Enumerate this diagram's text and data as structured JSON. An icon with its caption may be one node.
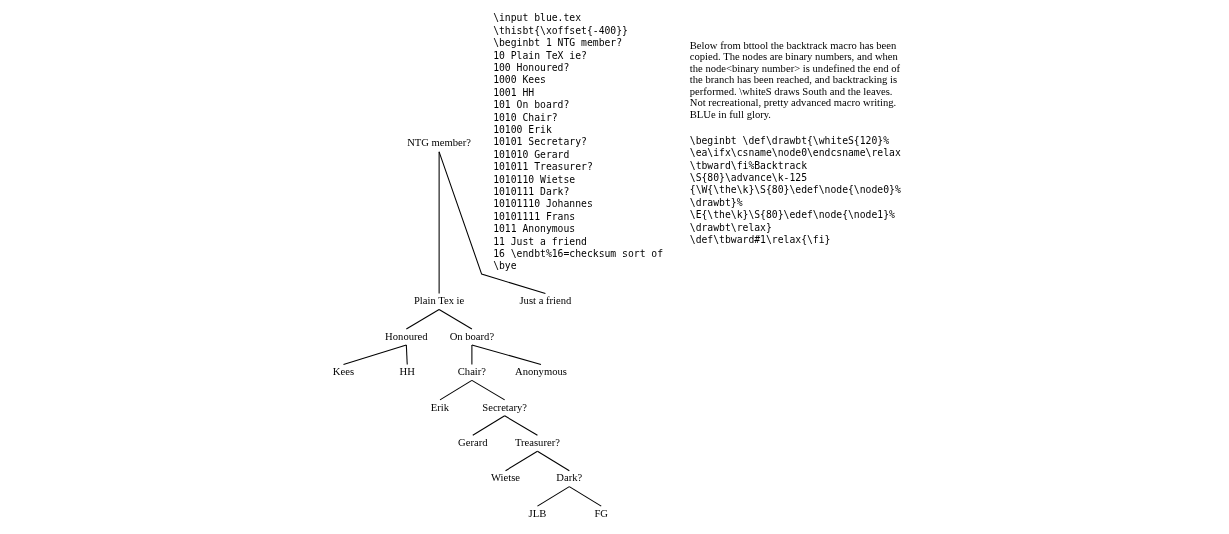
{
  "diagram": {
    "nodes": [
      {
        "text": [
          "NTG member?"
        ]
      },
      {
        "text": [
          "Plain Tex ie"
        ]
      },
      {
        "text": [
          "Just a friend"
        ]
      },
      {
        "text": [
          "Honoured"
        ]
      },
      {
        "text": [
          "On board?"
        ]
      },
      {
        "text": [
          "Kees"
        ]
      },
      {
        "text": [
          "HH"
        ]
      },
      {
        "text": [
          "Chair?"
        ]
      },
      {
        "text": [
          "Anonymous"
        ]
      },
      {
        "text": [
          "Erik"
        ]
      },
      {
        "text": [
          "Secretary?"
        ]
      },
      {
        "text": [
          "Gerard"
        ]
      },
      {
        "text": [
          "Treasurer?"
        ]
      },
      {
        "text": [
          "Wietse"
        ]
      },
      {
        "text": [
          "Dark?"
        ]
      },
      {
        "text": [
          "JLB"
        ]
      },
      {
        "text": [
          "FG"
        ]
      }
    ],
    "edges": [
      {
        "from": 0,
        "to": 1,
        "arrow": "none"
      },
      {
        "from": 0,
        "to": 2,
        "arrow": "none"
      },
      {
        "from": 1,
        "to": 3,
        "arrow": "none"
      },
      {
        "from": 1,
        "to": 4,
        "arrow": "none"
      },
      {
        "from": 3,
        "to": 5,
        "arrow": "none"
      },
      {
        "from": 3,
        "to": 6,
        "arrow": "none"
      },
      {
        "from": 4,
        "to": 7,
        "arrow": "none"
      },
      {
        "from": 4,
        "to": 8,
        "arrow": "none"
      },
      {
        "from": 7,
        "to": 9,
        "arrow": "none"
      },
      {
        "from": 7,
        "to": 10,
        "arrow": "none"
      },
      {
        "from": 10,
        "to": 11,
        "arrow": "none"
      },
      {
        "from": 10,
        "to": 12,
        "arrow": "none"
      },
      {
        "from": 12,
        "to": 13,
        "arrow": "none"
      },
      {
        "from": 12,
        "to": 14,
        "arrow": "none"
      },
      {
        "from": 14,
        "to": 15,
        "arrow": "none"
      },
      {
        "from": 14,
        "to": 16,
        "arrow": "none"
      }
    ],
    "labels": [
      "\\input blue.tex",
      "\\thisbt{\\xoffset{-400}}",
      "\\beginbt 1 NTG member?",
      "10 Plain TeX ie?",
      "100 Honoured?",
      "1000 Kees",
      "1001 HH",
      "101 On board?",
      "1010 Chair?",
      "10100 Erik",
      "10101 Secretary?",
      "101010 Gerard",
      "101011 Treasurer?",
      "1010110 Wietse",
      "1010111 Dark?",
      "10101110 Johannes",
      "10101111 Frans",
      "1011 Anonymous",
      "11 Just a friend",
      "16 \\endbt%16=checksum sort of",
      "\\bye",
      "Below from bttool the backtrack macro has been copied. The nodes are binary numbers, and when the node<binary number> is undefined the end of the branch has been reached, and backtracking is performed. \\whiteS draws South and the leaves. Not recreational, pretty advanced macro writing. BLUe in full glory.",
      "\\beginbt \\def\\drawbt{\\whiteS{120}%",
      "\\ea\\ifx\\csname\\node0\\endcsname\\relax",
      "\\tbward\\fi%Backtrack",
      "\\S{80}\\advance\\k-125",
      "{\\W{\\the\\k}\\S{80}\\edef\\node{\\node0}%",
      "\\drawbt}%",
      "\\E{\\the\\k}\\S{80}\\edef\\node{\\node1}%",
      "\\drawbt\\relax}",
      "\\def\\tbward#1\\relax{\\fi}"
    ]
  }
}
